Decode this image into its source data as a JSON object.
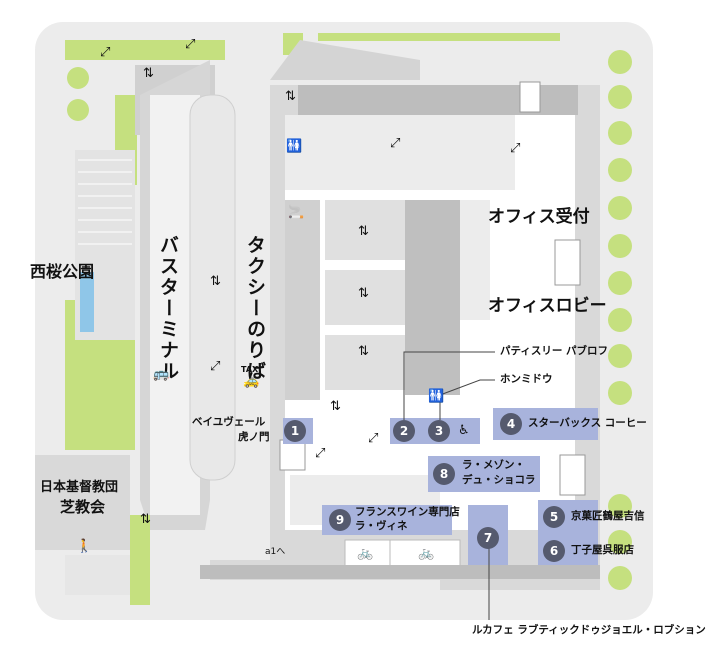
{
  "areas": {
    "park": "西桜公園",
    "bus_terminal": "バスターミナル",
    "taxi_stand": "タクシーのりば",
    "taxi_sign": "TAXI",
    "office_reception": "オフィス受付",
    "office_lobby": "オフィスロビー",
    "church_line1": "日本基督教団",
    "church_line2": "芝教会",
    "exit_ref": "a1へ"
  },
  "shops": [
    {
      "num": "1",
      "name": "ベイユヴェール 虎ノ門"
    },
    {
      "num": "2",
      "name": "パティスリー パブロフ"
    },
    {
      "num": "3",
      "name": "ホンミドウ"
    },
    {
      "num": "4",
      "name": "スターバックス コーヒー"
    },
    {
      "num": "5",
      "name": "京菓匠鶴屋吉信"
    },
    {
      "num": "6",
      "name": "丁子屋呉服店"
    },
    {
      "num": "7",
      "name": "ルカフェ ラブティックドゥジョエル・ロブション"
    },
    {
      "num": "8",
      "name": "ラ・メゾン・ デュ・ショコラ"
    },
    {
      "num": "9",
      "name": "フランスワイン専門店 ラ・ヴィネ"
    }
  ],
  "shop_lines": {
    "s1a": "ベイユヴェール",
    "s1b": "虎ノ門",
    "s8a": "ラ・メゾン・",
    "s8b": "デュ・ショコラ",
    "s9a": "フランスワイン専門店",
    "s9b": "ラ・ヴィネ"
  },
  "colors": {
    "green": "#c5e07f",
    "gray": "#d9d9d9",
    "dark_gray": "#bdbdbd",
    "shop_blue": "#a8b3dc",
    "marker": "#555a6e"
  }
}
